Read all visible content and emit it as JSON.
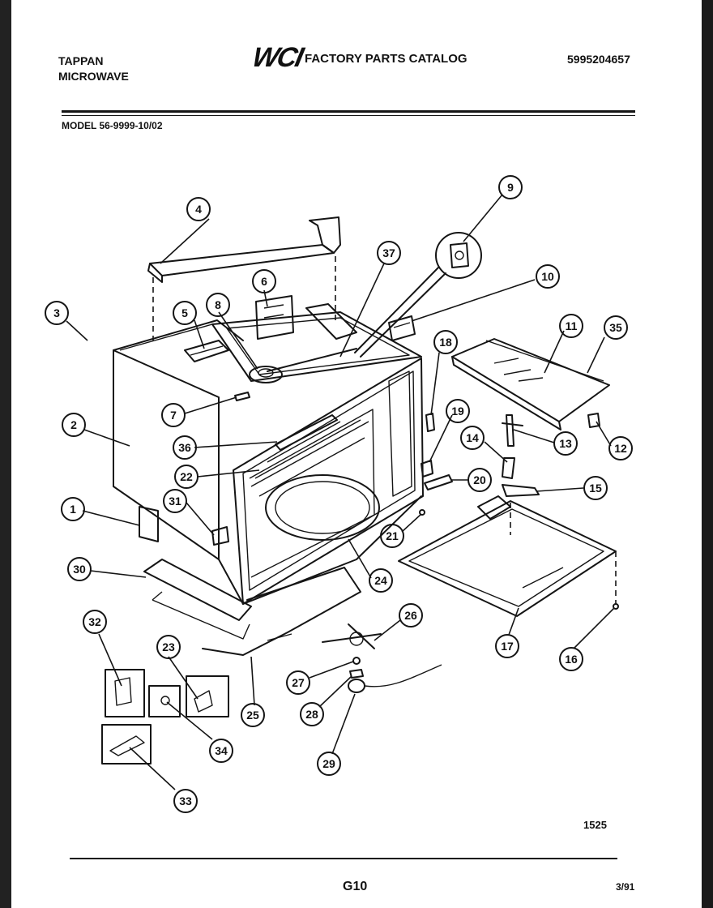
{
  "header": {
    "brand_line1": "TAPPAN",
    "brand_line2": "MICROWAVE",
    "logo_text": "WCI",
    "catalog_title": "FACTORY PARTS CATALOG",
    "catalog_number": "5995204657",
    "model_label": "MODEL 56-9999-10/02"
  },
  "footer": {
    "drawing_number": "1525",
    "page_code": "G10",
    "date": "3/91"
  },
  "parts": [
    "1",
    "2",
    "3",
    "4",
    "5",
    "6",
    "7",
    "8",
    "9",
    "10",
    "11",
    "12",
    "13",
    "14",
    "15",
    "16",
    "17",
    "18",
    "19",
    "20",
    "21",
    "22",
    "23",
    "24",
    "25",
    "26",
    "27",
    "28",
    "29",
    "30",
    "31",
    "32",
    "33",
    "34",
    "35",
    "36",
    "37"
  ],
  "colors": {
    "ink": "#151515",
    "paper": "#ffffff"
  }
}
